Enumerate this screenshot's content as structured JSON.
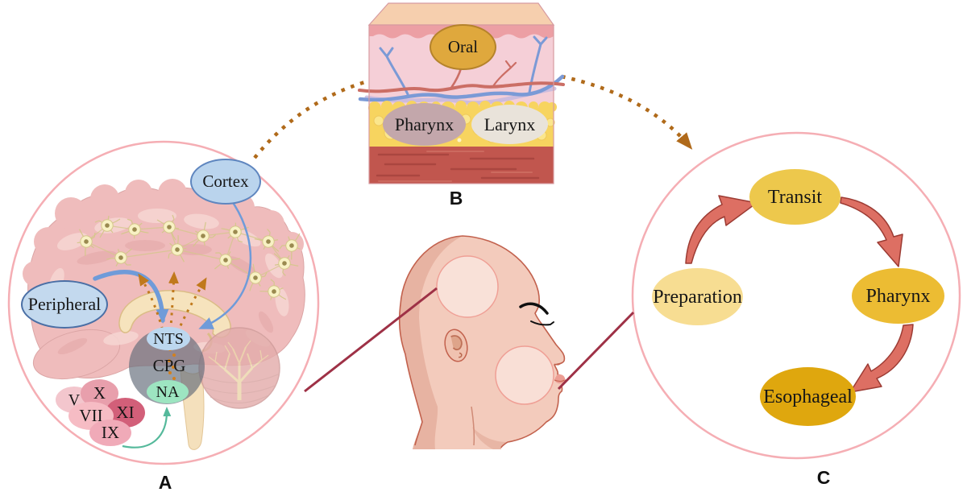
{
  "figure": {
    "panel_a": {
      "letter": "A",
      "cortex": "Cortex",
      "peripheral": "Peripheral",
      "nts": "NTS",
      "cpg": "CPG",
      "na": "NA",
      "nerve_v": "V",
      "nerve_x": "X",
      "nerve_vii": "VII",
      "nerve_xi": "XI",
      "nerve_ix": "IX"
    },
    "panel_b": {
      "letter": "B",
      "oral": "Oral",
      "pharynx": "Pharynx",
      "larynx": "Larynx"
    },
    "panel_c": {
      "letter": "C",
      "transit": "Transit",
      "pharynx": "Pharynx",
      "esophageal": "Esophageal",
      "preparation": "Preparation"
    }
  },
  "colors": {
    "circle_border_pink": "#f5aeb4",
    "label_blue_fill": "#bcd7ef",
    "label_blue_border": "#5f86bf",
    "na_mint": "#9de5c1",
    "dotted_arrow_brown": "#b06a1a",
    "connector_dark_red": "#9e3146",
    "cycle_arrow_salmon": "#dd6f63",
    "stage_transit_gold": "#edc84c",
    "stage_pharynx_gold": "#ecbc33",
    "stage_esophageal_amber": "#dfa70e",
    "stage_preparation_cream": "#f7dd92"
  }
}
